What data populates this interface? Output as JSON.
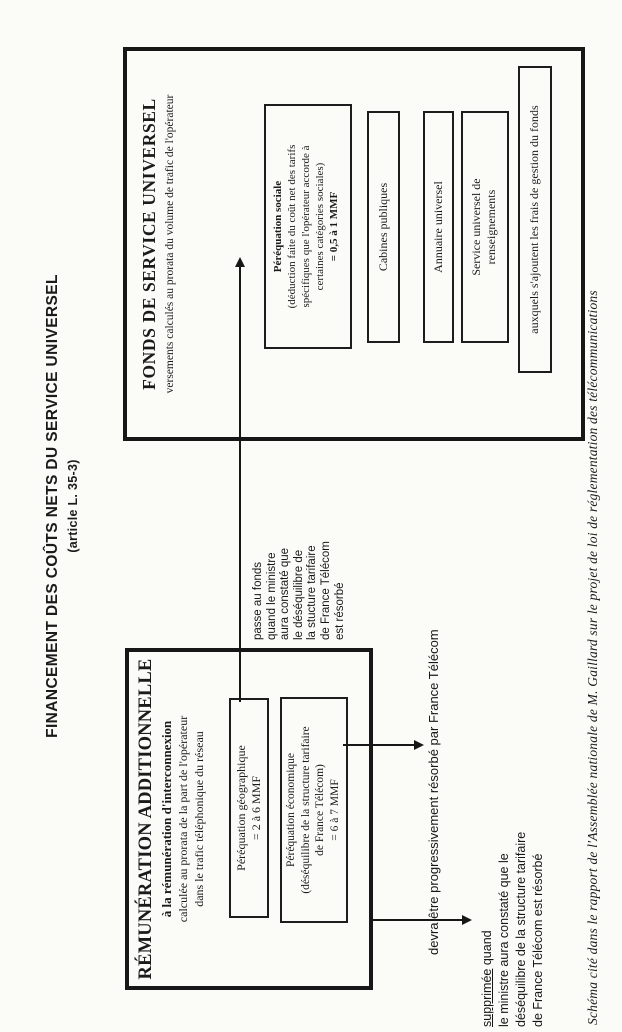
{
  "page": {
    "title_line1": "FINANCEMENT DES COÛTS NETS DU SERVICE UNIVERSEL",
    "title_line2": "(article L. 35-3)",
    "caption": "Schéma cité dans le rapport de l'Assemblée nationale de M. Gaillard sur le projet de loi de réglementation des télécommunications"
  },
  "remuneration": {
    "title": "RÉMUNÉRATION ADDITIONNELLE",
    "subtitle_bold": "à la rémunération d'interconnexion",
    "subtitle_line2": "calculée au prorata de la part de l'opérateur",
    "subtitle_line3": "dans le trafic téléphonique du réseau",
    "geo": {
      "title": "Péréquation géographique",
      "amount": "= 2 à 6 MMF"
    },
    "eco": {
      "title": "Péréquation économique",
      "detail_line1": "(déséquilibre de la structure tarifaire",
      "detail_line2": "de France Télécom)",
      "amount": "= 6 à 7 MMF"
    }
  },
  "fonds": {
    "title": "FONDS DE SERVICE UNIVERSEL",
    "subtitle": "versements calculés au prorata du volume de trafic de l'opérateur",
    "sociale": {
      "title": "Péréquation sociale",
      "detail_line1": "(déduction faite du coût net des tarifs",
      "detail_line2": "spécifiques que l'opérateur accorde à",
      "detail_line3": "certaines catégories sociales)",
      "amount": "= 0,5 à 1 MMF"
    },
    "cabines": "Cabines publiques",
    "annuaire": "Annuaire universel",
    "service_line1": "Service universel de",
    "service_line2": "renseignements",
    "frais": "auxquels s'ajoutent les frais de gestion du fonds"
  },
  "annotations": {
    "passe": {
      "lines": [
        "passe au fonds",
        "quand le ministre",
        "aura constaté que",
        "le déséquilibre de",
        "la stucture tarifaire",
        "de France Télécom",
        "est résorbé"
      ]
    },
    "devra": "devra être progressivement résorbé par France Télécom",
    "supprimee": {
      "underlined": "supprimée",
      "suffix": " quand",
      "line2": "le ministre aura constaté que le",
      "line3": "déséquilibre de la structure tarifaire",
      "line4": "de France Télécom est résorbé"
    }
  },
  "colors": {
    "ink": "#171717",
    "paper": "#fbfbf8"
  }
}
